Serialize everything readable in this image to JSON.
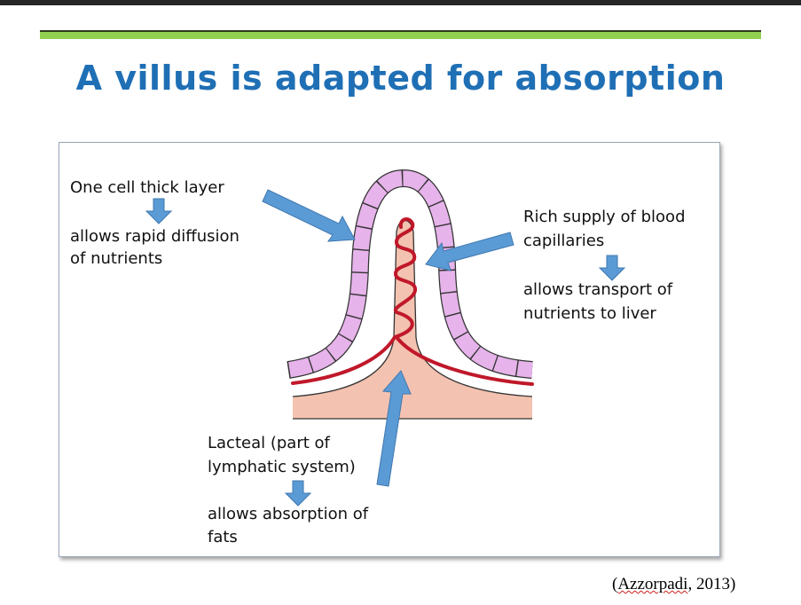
{
  "title": "A villus is adapted for absorption",
  "labels": {
    "epithelium": {
      "line1": "One cell thick layer",
      "line2": "allows rapid diffusion",
      "line3": "of nutrients"
    },
    "capillaries": {
      "line1": "Rich supply of blood",
      "line2": "capillaries",
      "line3": "allows transport of",
      "line4": "nutrients to liver"
    },
    "lacteal": {
      "line1": "Lacteal (part of",
      "line2": "lymphatic system)",
      "line3": "allows absorption of",
      "line4": "fats"
    }
  },
  "citation": {
    "open": "(",
    "author": "Azzorpadi",
    "rest": ", 2013)"
  },
  "colors": {
    "title": "#1f6fb5",
    "rule": "#92d050",
    "arrow": "#5b9bd5",
    "epithelium": "#e6b3ea",
    "lacteal": "#f4c2b0",
    "capillary": "#c0182a"
  }
}
